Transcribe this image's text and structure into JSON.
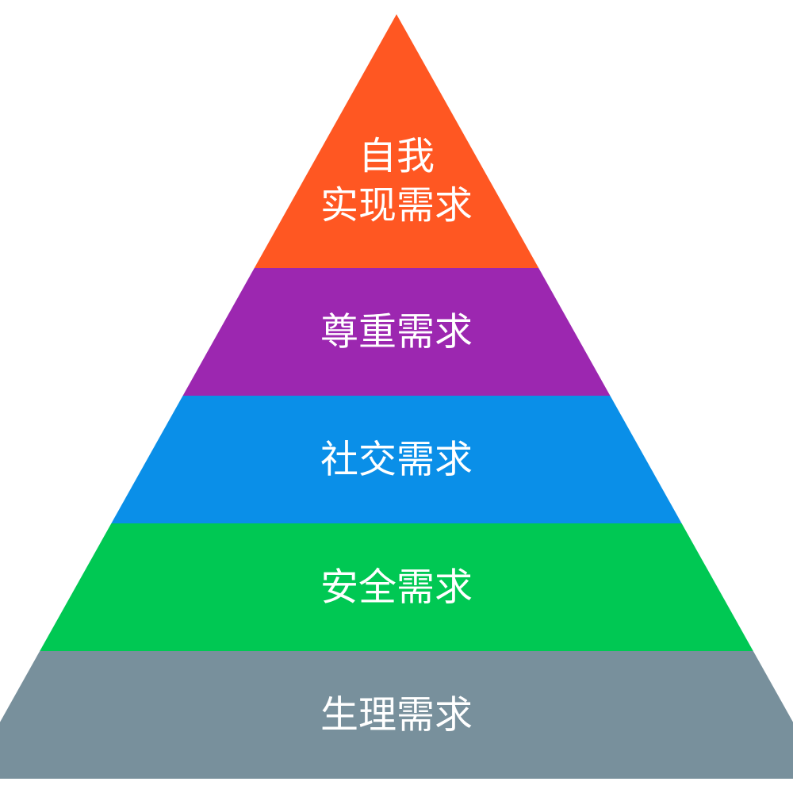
{
  "pyramid": {
    "tiers": [
      {
        "label_lines": [
          "自我",
          "实现需求"
        ],
        "color": "#ff5722"
      },
      {
        "label_lines": [
          "尊重需求"
        ],
        "color": "#9c27b0"
      },
      {
        "label_lines": [
          "社交需求"
        ],
        "color": "#0a8fe8"
      },
      {
        "label_lines": [
          "安全需求"
        ],
        "color": "#00c853"
      },
      {
        "label_lines": [
          "生理需求"
        ],
        "color": "#78909c"
      }
    ],
    "background": "#ffffff"
  }
}
